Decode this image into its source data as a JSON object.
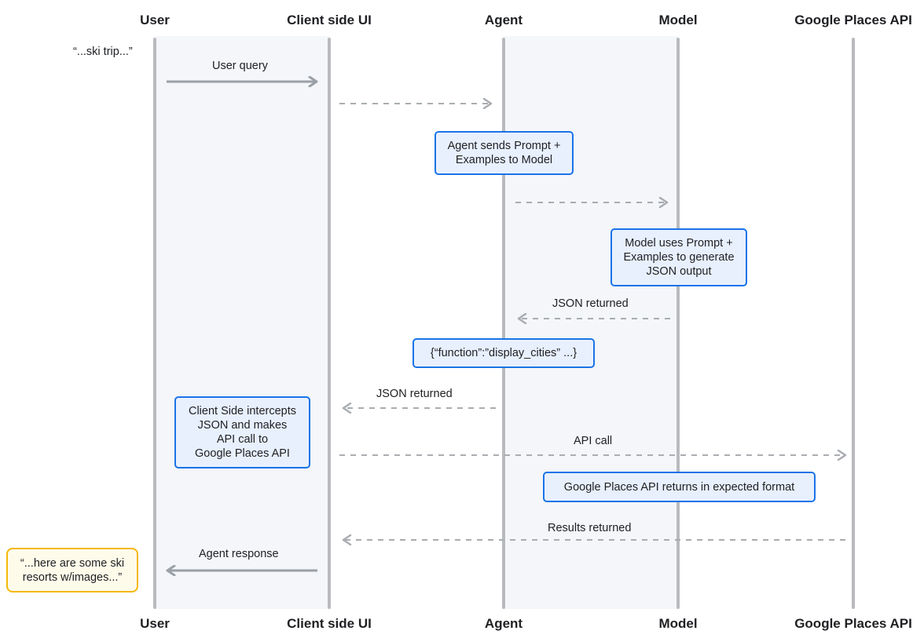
{
  "lanes": [
    "User",
    "Client side UI",
    "Agent",
    "Model",
    "Google Places API"
  ],
  "quotes": {
    "user_input": "“...ski trip...”",
    "agent_output": "“...here are some ski resorts w/images...”"
  },
  "messages": {
    "user_query": "User query",
    "json_returned_model": "JSON returned",
    "json_returned_agent": "JSON returned",
    "api_call": "API call",
    "results_returned": "Results returned",
    "agent_response": "Agent response"
  },
  "notes": {
    "agent_prompt": "Agent sends Prompt +\nExamples to Model",
    "model_output": "Model uses Prompt +\nExamples to generate\nJSON output",
    "function_json": "{“function”:”display_cities” ...}",
    "client_intercept": "Client Side intercepts\nJSON and makes\nAPI call to\nGoogle Places API",
    "places_returns": "Google Places API returns in expected format"
  },
  "colors": {
    "lifeline": "#b8babd",
    "arrow_solid": "#9aa0a6",
    "arrow_dashed": "#a9adb1",
    "note_border": "#1a73e8",
    "note_fill": "#e8f0fe",
    "quote_border": "#f5b70a",
    "band": "#f4f6f9"
  }
}
